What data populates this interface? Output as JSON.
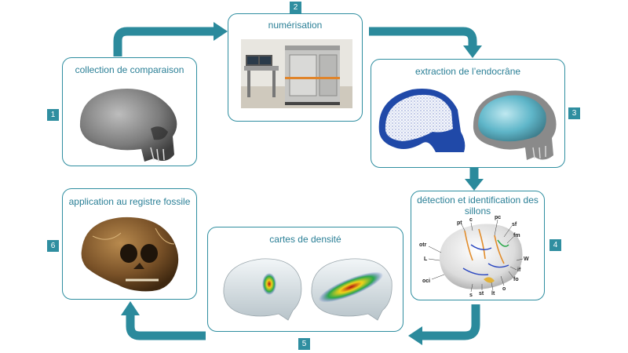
{
  "steps": [
    {
      "number": "1",
      "title": "collection de comparaison"
    },
    {
      "number": "2",
      "title": "numérisation"
    },
    {
      "number": "3",
      "title": "extraction de l’endocrâne"
    },
    {
      "number": "4",
      "title": "détection et identification des sillons"
    },
    {
      "number": "5",
      "title": "cartes de densité"
    },
    {
      "number": "6",
      "title": "application au registre fossile"
    }
  ],
  "sulci_labels": [
    "pt",
    "c",
    "pc",
    "sf",
    "fm",
    "otr",
    "L",
    "W",
    "if",
    "fo",
    "o",
    "oci",
    "s",
    "st",
    "lt"
  ],
  "colors": {
    "accent": "#2f8ea0",
    "arrow": "#2b8a9c",
    "scan_blue": "#2049a8"
  }
}
